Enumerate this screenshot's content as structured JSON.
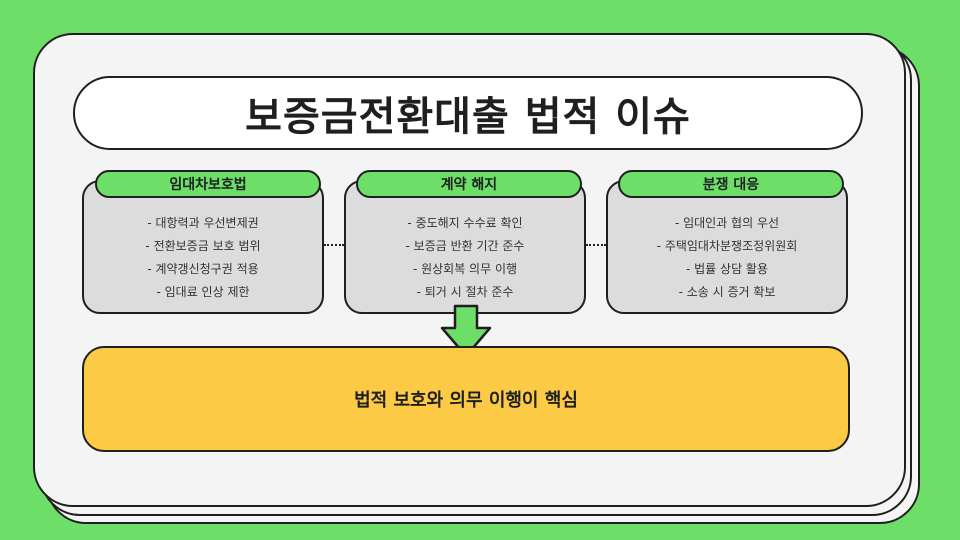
{
  "title": "보증금전환대출 법적 이슈",
  "cards": [
    {
      "header": "임대차보호법",
      "items": [
        "- 대항력과 우선변제권",
        "- 전환보증금 보호 범위",
        "- 계약갱신청구권 적용",
        "- 임대료 인상 제한"
      ]
    },
    {
      "header": "계약 해지",
      "items": [
        "- 중도해지 수수료 확인",
        "- 보증금 반환 기간 준수",
        "- 원상회복 의무 이행",
        "- 퇴거 시 절차 준수"
      ]
    },
    {
      "header": "분쟁 대응",
      "items": [
        "- 임대인과 협의 우선",
        "- 주택임대차분쟁조정위원회",
        "- 법률 상담 활용",
        "- 소송 시 증거 확보"
      ]
    }
  ],
  "conclusion": "법적 보호와 의무 이행이 핵심",
  "colors": {
    "background": "#6ddf69",
    "tab": "#6ddf69",
    "card": "#dcdcdc",
    "result": "#fdca45",
    "outline": "#1f1f1f"
  }
}
